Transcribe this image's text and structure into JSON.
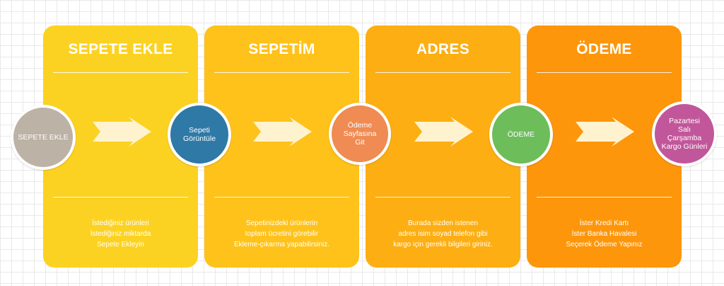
{
  "colors": {
    "panel_1": "#fcd222",
    "panel_2": "#fec21a",
    "panel_3": "#fdae12",
    "panel_4": "#fd960a",
    "circle_1": "#bdb2a6",
    "circle_2": "#2f79a6",
    "circle_3": "#ef8b53",
    "circle_4": "#6dbd5b",
    "circle_5": "#c1579a",
    "arrow": "#fff3cf"
  },
  "stages": [
    {
      "title": "SEPETE EKLE",
      "description": [
        "İstediğiniz ürünleri",
        "İstediğiniz miktarda",
        "Sepete Ekleyin"
      ]
    },
    {
      "title": "SEPETİM",
      "description": [
        "Sepetinizdeki ürünlerin",
        "toplam ücretini görebilir",
        "Ekleme-çıkarma yapabilirsiniz."
      ]
    },
    {
      "title": "ADRES",
      "description": [
        "Burada sizden istenen",
        "adres isim soyad telefon gibi",
        "kargo için gerekli bilgileri giriniz."
      ]
    },
    {
      "title": "ÖDEME",
      "description": [
        "İster Kredi Kartı",
        "İster Banka Havalesi",
        "Seçerek Ödeme Yapınız"
      ]
    }
  ],
  "nodes": [
    {
      "lines": [
        "SEPETE EKLE"
      ]
    },
    {
      "lines": [
        "Sepeti",
        "Görüntüle"
      ]
    },
    {
      "lines": [
        "Ödeme",
        "Sayfasına",
        "Git"
      ]
    },
    {
      "lines": [
        "ÖDEME"
      ]
    },
    {
      "lines": [
        "Pazartesi",
        "Salı",
        "Çarşamba",
        "Kargo Günleri"
      ]
    }
  ],
  "arrow_icon": "chevron-arrow-right-icon"
}
